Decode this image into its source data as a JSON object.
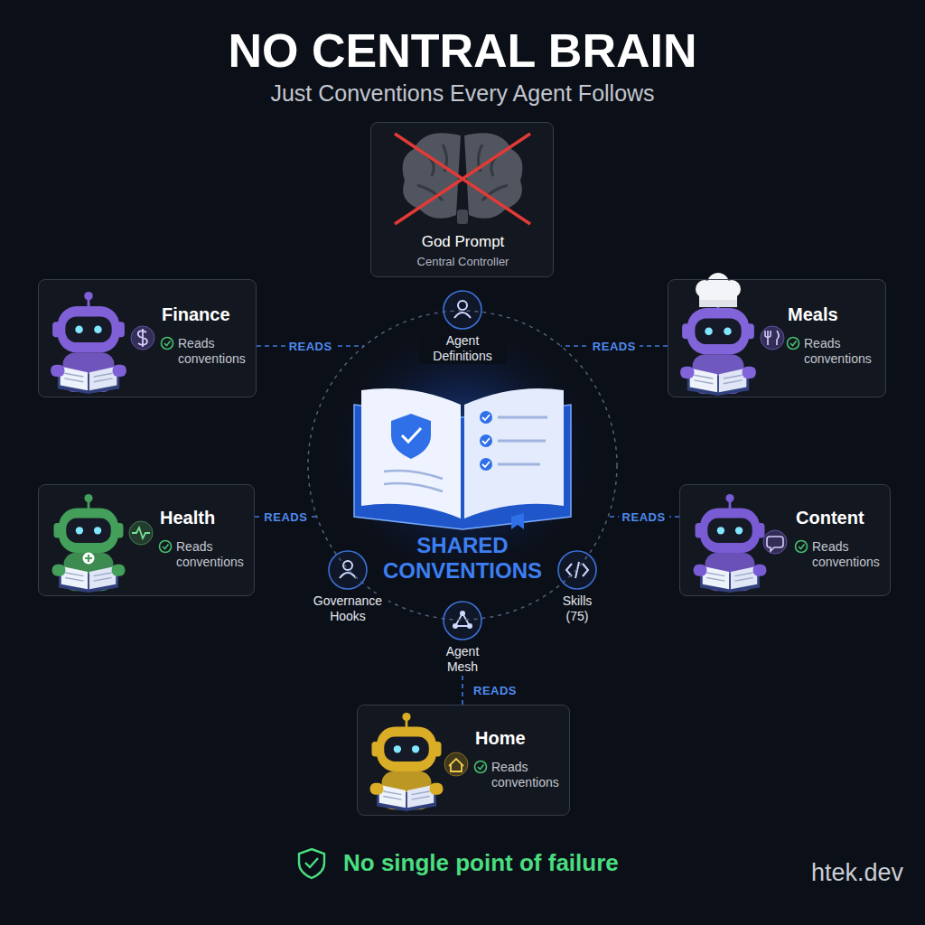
{
  "diagram": {
    "title": "NO CENTRAL BRAIN",
    "nodes": [
      {
        "text": [
          "God Prompt",
          "Central Controller"
        ]
      },
      {
        "text": [
          "Finance",
          "Reads conventions"
        ]
      },
      {
        "text": [
          "Meals",
          "Reads conventions"
        ]
      },
      {
        "text": [
          "Health",
          "Reads conventions"
        ]
      },
      {
        "text": [
          "Content",
          "Reads conventions"
        ]
      },
      {
        "text": [
          "SHARED CONVENTIONS"
        ]
      },
      {
        "text": [
          "Agent Definitions"
        ],
        "in": 5
      },
      {
        "text": [
          "Governance Hooks"
        ],
        "in": 5
      },
      {
        "text": [
          "Agent Mesh"
        ],
        "in": 5
      },
      {
        "text": [
          "Skills (75)"
        ],
        "in": 5
      },
      {
        "text": [
          "Home",
          "Reads conventions"
        ]
      }
    ],
    "edges": [
      {
        "from": 1,
        "to": 5,
        "label": "READS",
        "arrow": "none"
      },
      {
        "from": 2,
        "to": 5,
        "label": "READS",
        "arrow": "none"
      },
      {
        "from": 3,
        "to": 5,
        "label": "READS",
        "arrow": "none"
      },
      {
        "from": 4,
        "to": 5,
        "label": "READS",
        "arrow": "none"
      },
      {
        "from": 10,
        "to": 8,
        "label": "READS",
        "arrow": "none"
      }
    ],
    "labels": [
      "Just Conventions Every Agent Follows",
      "No single point of failure",
      "htek.dev"
    ]
  }
}
